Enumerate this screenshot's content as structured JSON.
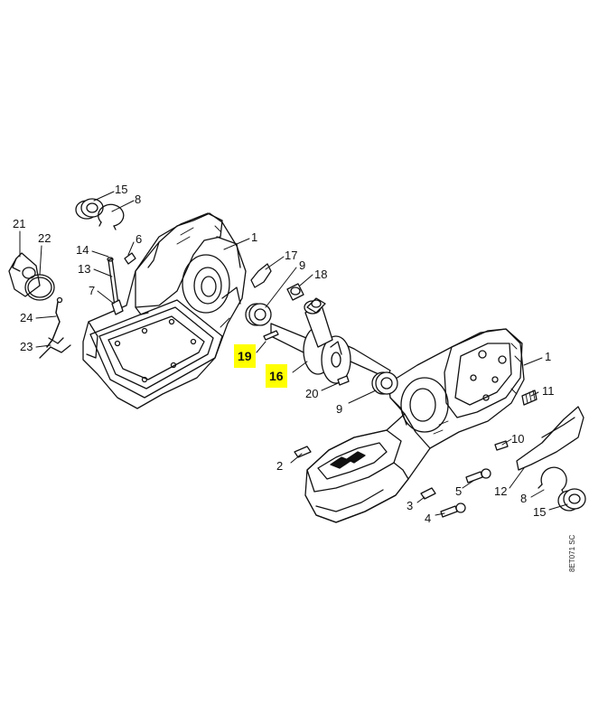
{
  "callouts": [
    {
      "id": "c21a",
      "text": "21",
      "highlight": false
    },
    {
      "id": "c22",
      "text": "22",
      "highlight": false
    },
    {
      "id": "c15a",
      "text": "15",
      "highlight": false
    },
    {
      "id": "c8a",
      "text": "8",
      "highlight": false
    },
    {
      "id": "c6",
      "text": "6",
      "highlight": false
    },
    {
      "id": "c1a",
      "text": "1",
      "highlight": false
    },
    {
      "id": "c14",
      "text": "14",
      "highlight": false
    },
    {
      "id": "c13",
      "text": "13",
      "highlight": false
    },
    {
      "id": "c7",
      "text": "7",
      "highlight": false
    },
    {
      "id": "c17",
      "text": "17",
      "highlight": false
    },
    {
      "id": "c9a",
      "text": "9",
      "highlight": false
    },
    {
      "id": "c18",
      "text": "18",
      "highlight": false
    },
    {
      "id": "c24",
      "text": "24",
      "highlight": false
    },
    {
      "id": "c23",
      "text": "23",
      "highlight": false
    },
    {
      "id": "c19",
      "text": "19",
      "highlight": true
    },
    {
      "id": "c16",
      "text": "16",
      "highlight": true
    },
    {
      "id": "c20",
      "text": "20",
      "highlight": false
    },
    {
      "id": "c9b",
      "text": "9",
      "highlight": false
    },
    {
      "id": "c1b",
      "text": "1",
      "highlight": false
    },
    {
      "id": "c11",
      "text": "11",
      "highlight": false
    },
    {
      "id": "c10",
      "text": "10",
      "highlight": false
    },
    {
      "id": "c2",
      "text": "2",
      "highlight": false
    },
    {
      "id": "c5",
      "text": "5",
      "highlight": false
    },
    {
      "id": "c12",
      "text": "12",
      "highlight": false
    },
    {
      "id": "c3",
      "text": "3",
      "highlight": false
    },
    {
      "id": "c8b",
      "text": "8",
      "highlight": false
    },
    {
      "id": "c4",
      "text": "4",
      "highlight": false
    },
    {
      "id": "c15b",
      "text": "15",
      "highlight": false
    }
  ],
  "drawing_code": "8ET071 SC",
  "colors": {
    "line": "#111111",
    "highlight": "#ffff00",
    "paper": "#ffffff"
  }
}
